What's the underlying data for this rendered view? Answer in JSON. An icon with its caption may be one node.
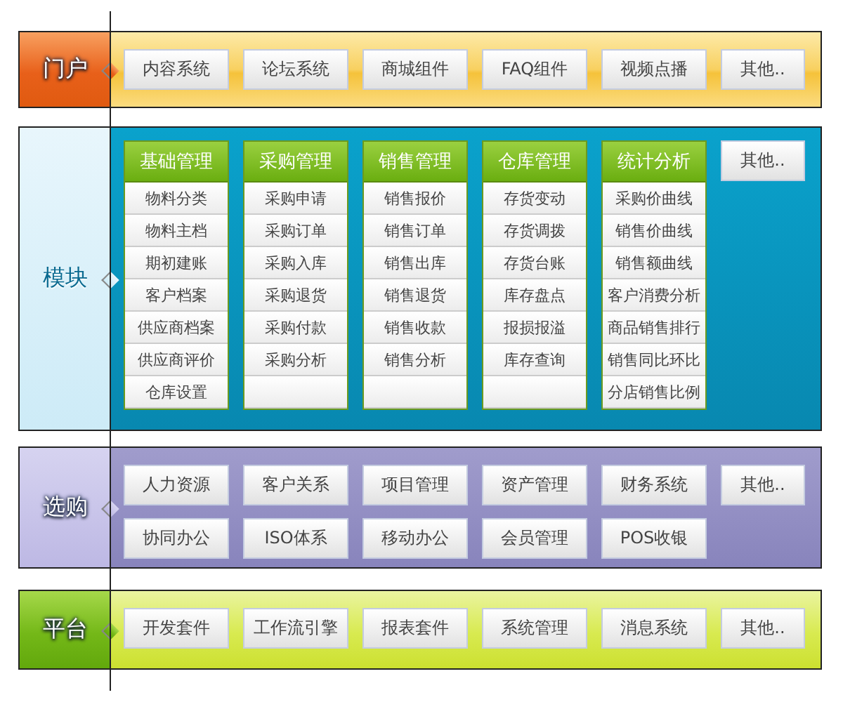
{
  "diagram": {
    "nodes": [
      {
        "text": [
          "门户"
        ]
      },
      {
        "text": [
          "内容系统"
        ],
        "in": 0
      },
      {
        "text": [
          "论坛系统"
        ],
        "in": 0
      },
      {
        "text": [
          "商城组件"
        ],
        "in": 0
      },
      {
        "text": [
          "FAQ组件"
        ],
        "in": 0
      },
      {
        "text": [
          "视频点播"
        ],
        "in": 0
      },
      {
        "text": [
          "其他.."
        ],
        "in": 0
      },
      {
        "text": [
          "模块"
        ]
      },
      {
        "text": [
          "基础管理",
          "物料分类",
          "物料主档",
          "期初建账",
          "客户档案",
          "供应商档案",
          "供应商评价",
          "仓库设置"
        ],
        "in": 7
      },
      {
        "text": [
          "采购管理",
          "采购申请",
          "采购订单",
          "采购入库",
          "采购退货",
          "采购付款",
          "采购分析"
        ],
        "in": 7
      },
      {
        "text": [
          "销售管理",
          "销售报价",
          "销售订单",
          "销售出库",
          "销售退货",
          "销售收款",
          "销售分析"
        ],
        "in": 7
      },
      {
        "text": [
          "仓库管理",
          "存货变动",
          "存货调拨",
          "存货台账",
          "库存盘点",
          "报损报溢",
          "库存查询"
        ],
        "in": 7
      },
      {
        "text": [
          "统计分析",
          "采购价曲线",
          "销售价曲线",
          "销售额曲线",
          "客户消费分析",
          "商品销售排行",
          "销售同比环比",
          "分店销售比例"
        ],
        "in": 7
      },
      {
        "text": [
          "其他.."
        ],
        "in": 7
      },
      {
        "text": [
          "选购"
        ]
      },
      {
        "text": [
          "人力资源"
        ],
        "in": 14
      },
      {
        "text": [
          "客户关系"
        ],
        "in": 14
      },
      {
        "text": [
          "项目管理"
        ],
        "in": 14
      },
      {
        "text": [
          "资产管理"
        ],
        "in": 14
      },
      {
        "text": [
          "财务系统"
        ],
        "in": 14
      },
      {
        "text": [
          "其他.."
        ],
        "in": 14
      },
      {
        "text": [
          "协同办公"
        ],
        "in": 14
      },
      {
        "text": [
          "ISO体系"
        ],
        "in": 14
      },
      {
        "text": [
          "移动办公"
        ],
        "in": 14
      },
      {
        "text": [
          "会员管理"
        ],
        "in": 14
      },
      {
        "text": [
          "POS收银"
        ],
        "in": 14
      },
      {
        "text": [
          "平台"
        ]
      },
      {
        "text": [
          "开发套件"
        ],
        "in": 26
      },
      {
        "text": [
          "工作流引擎"
        ],
        "in": 26
      },
      {
        "text": [
          "报表套件"
        ],
        "in": 26
      },
      {
        "text": [
          "系统管理"
        ],
        "in": 26
      },
      {
        "text": [
          "消息系统"
        ],
        "in": 26
      },
      {
        "text": [
          "其他.."
        ],
        "in": 26
      }
    ]
  }
}
